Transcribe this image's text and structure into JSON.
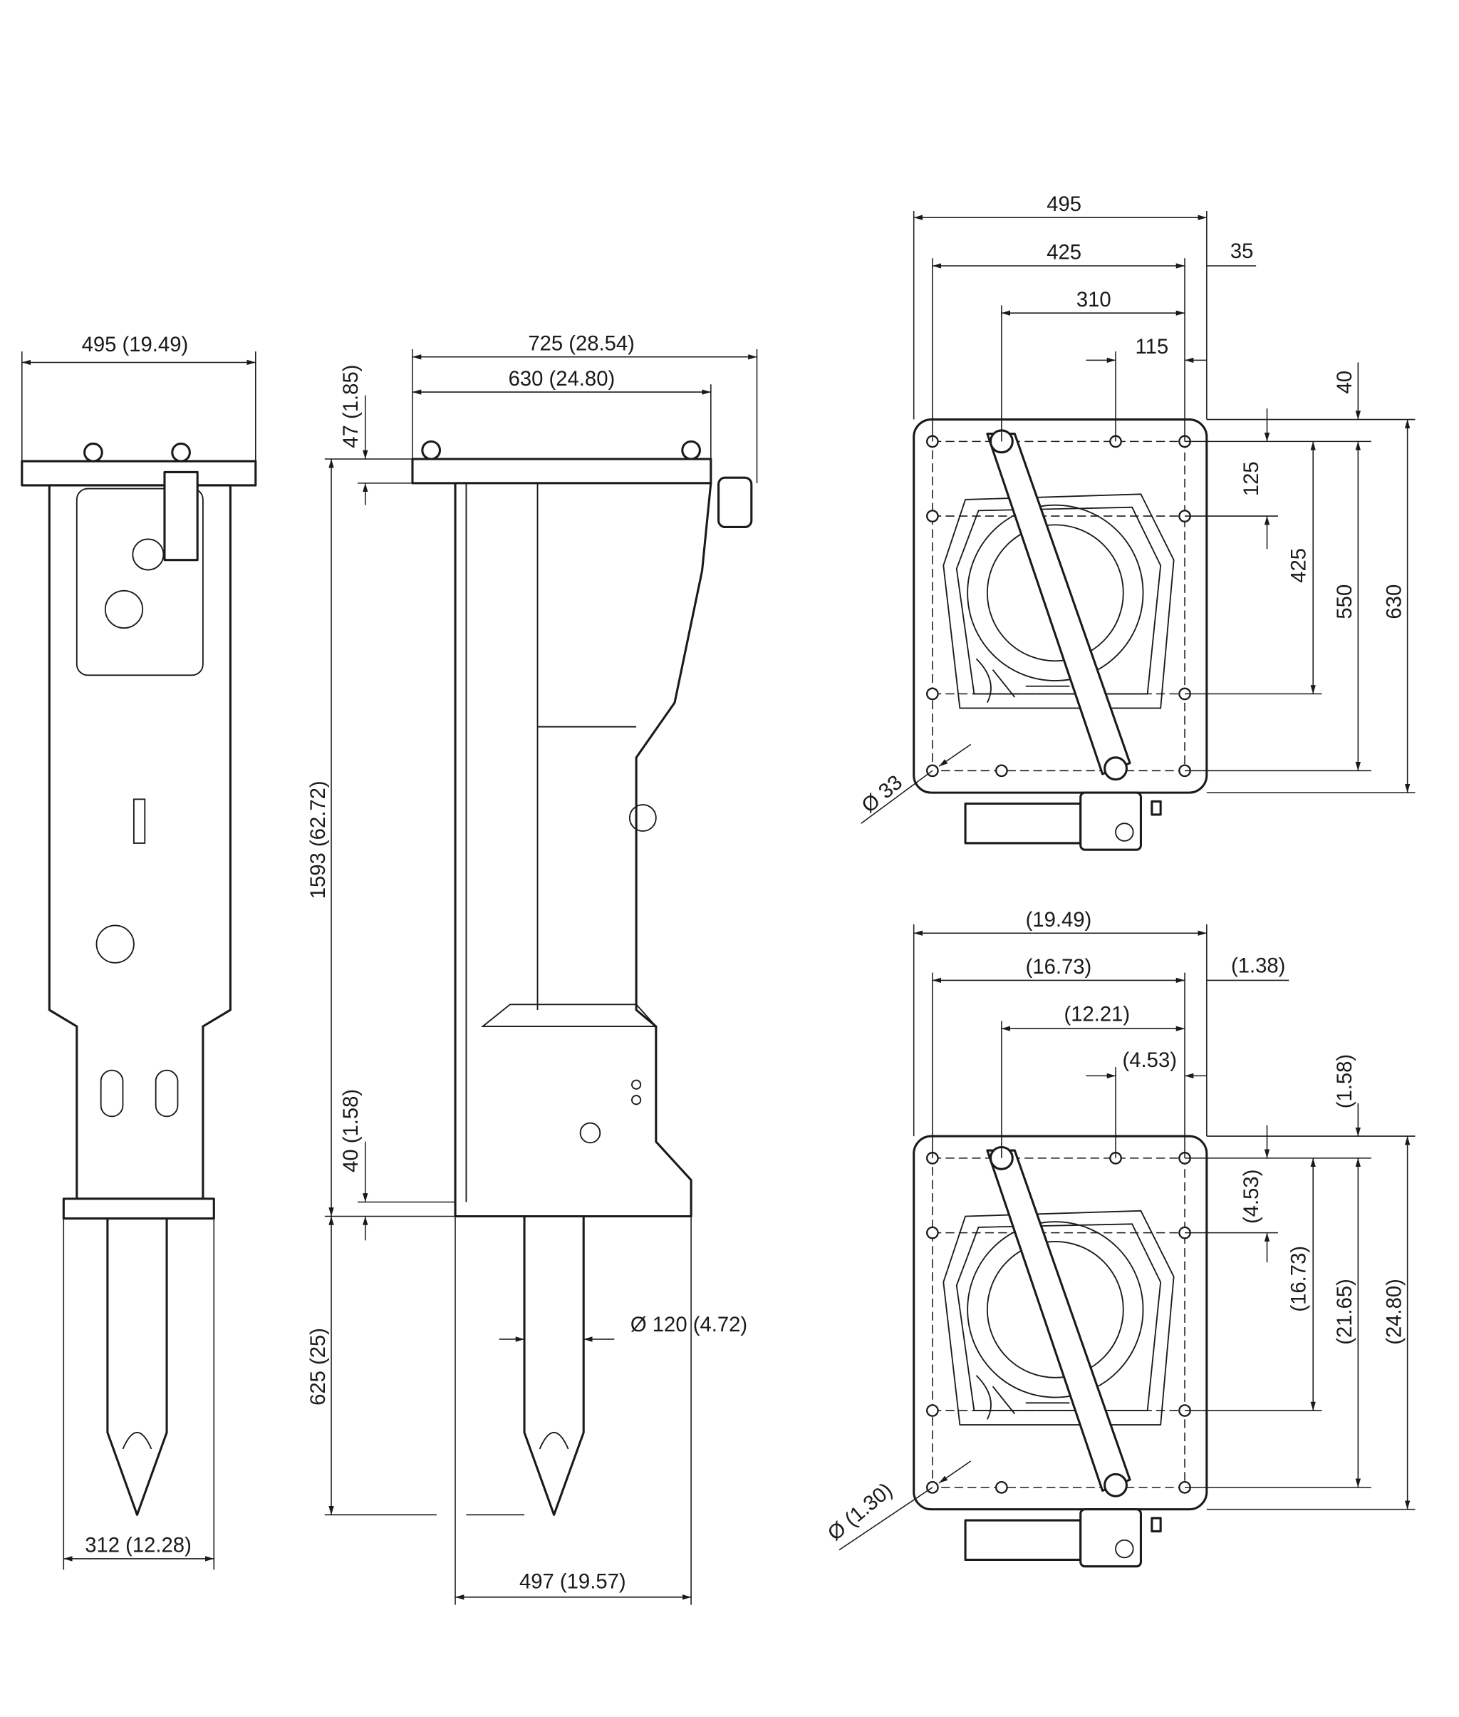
{
  "front_view": {
    "width_top": "495 (19.49)",
    "width_base": "312 (12.28)"
  },
  "side_view": {
    "length_total": "725 (28.54)",
    "length_plate": "630 (24.80)",
    "plate_thickness": "47 (1.85)",
    "height_body": "1593 (62.72)",
    "base_thickness": "40 (1.58)",
    "tool_length": "625 (25)",
    "tool_diameter": "Ø 120 (4.72)",
    "base_width": "497 (19.57)"
  },
  "top_view_mm": {
    "w1": "495",
    "w2": "425",
    "w3": "35",
    "w4": "310",
    "w5": "115",
    "h1": "40",
    "h2": "125",
    "h3": "425",
    "h4": "550",
    "h5": "630",
    "hole": "Ø 33"
  },
  "top_view_in": {
    "w1": "(19.49)",
    "w2": "(16.73)",
    "w3": "(1.38)",
    "w4": "(12.21)",
    "w5": "(4.53)",
    "h1": "(1.58)",
    "h2": "(4.53)",
    "h3": "(16.73)",
    "h4": "(21.65)",
    "h5": "(24.80)",
    "hole": "Ø (1.30)"
  }
}
